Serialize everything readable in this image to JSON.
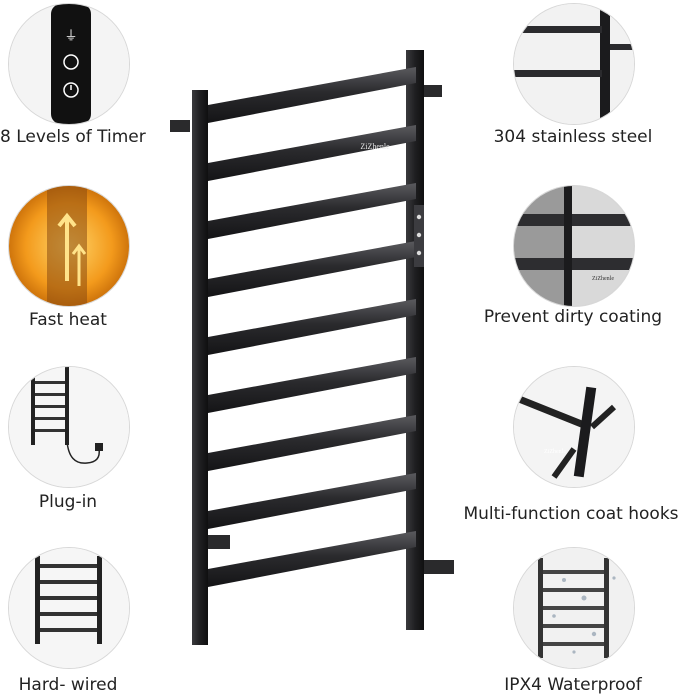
{
  "features_left": [
    {
      "label": "8 Levels of Timer",
      "icon": "timer-panel-icon"
    },
    {
      "label": "Fast heat",
      "icon": "heat-icon"
    },
    {
      "label": "Plug-in",
      "icon": "plug-in-rack-icon"
    },
    {
      "label": "Hard- wired",
      "icon": "hardwired-rack-icon"
    }
  ],
  "features_right": [
    {
      "label": "304 stainless steel",
      "icon": "steel-frame-icon"
    },
    {
      "label": "Prevent dirty coating",
      "icon": "coating-icon"
    },
    {
      "label": "Multi-function coat hooks",
      "icon": "hook-icon"
    },
    {
      "label": "IPX4 Waterproof",
      "icon": "waterproof-icon"
    }
  ],
  "product": {
    "brand": "ZiZhenle",
    "bars": 9
  },
  "colors": {
    "metal": "#1d1d1f",
    "metal_light": "#4a4a4e",
    "heat": "#f39a1c",
    "circle_border": "#d8d8d8"
  }
}
